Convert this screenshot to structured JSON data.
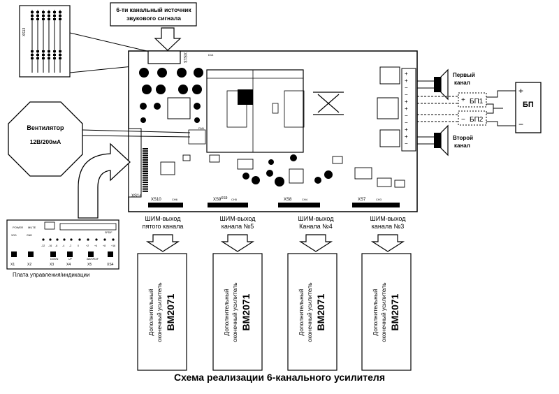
{
  "source": {
    "line1": "6-ти канальный источник",
    "line2": "звукового сигнала"
  },
  "fan": {
    "title": "Вентилятор",
    "spec": "12В/200мА"
  },
  "control_board": {
    "caption": "Плата управления/индикации",
    "top_labels": [
      "POWER",
      "MUTE"
    ],
    "small_labels": [
      "VDD",
      "GND",
      "DOWN",
      "UP",
      "AM/SPDIF",
      "SPDIF"
    ],
    "connectors": [
      "X1",
      "X2",
      "X3",
      "X4",
      "X5",
      "XS4"
    ],
    "scale": [
      "-32",
      "-16",
      "-8",
      "-4",
      "-2",
      "0",
      "+2",
      "+4",
      "+8",
      "+16"
    ]
  },
  "power": {
    "label": "БП",
    "bp1": "БП1",
    "bp2": "БП2",
    "plus": "+",
    "minus": "−"
  },
  "speakers": {
    "first": [
      "Первый",
      "канал"
    ],
    "second": [
      "Второй",
      "канал"
    ]
  },
  "board_labels": {
    "xs13": "XS13",
    "xs14": "XS14",
    "fan_conn": "FAN",
    "d14": "D14",
    "xs9_left": "XS9"
  },
  "connectors": [
    {
      "id": "XS10",
      "ch": "CH6"
    },
    {
      "id": "XS9",
      "ch": "CH5"
    },
    {
      "id": "XS8",
      "ch": "CH4"
    },
    {
      "id": "XS7",
      "ch": "CH3"
    }
  ],
  "outputs": [
    {
      "line1": "ШИМ-выход",
      "line2": "пятого канала"
    },
    {
      "line1": "ШИМ-выход",
      "line2": "канала №5"
    },
    {
      "line1": "ШИМ-выход",
      "line2": "Канала №4"
    },
    {
      "line1": "ШИМ-выход",
      "line2": "канала №3"
    }
  ],
  "amps": [
    {
      "line1": "Дополнительный",
      "line2": "оконечный усилитель",
      "chip": "BM2071"
    },
    {
      "line1": "Дополнительный",
      "line2": "оконечный усилитель",
      "chip": "BM2071"
    },
    {
      "line1": "Дополнительный",
      "line2": "оконечный усилитель",
      "chip": "BM2071"
    },
    {
      "line1": "Дополнительный",
      "line2": "оконечный усилитель",
      "chip": "BM2071"
    }
  ],
  "caption": "Схема реализации 6-канального усилителя"
}
